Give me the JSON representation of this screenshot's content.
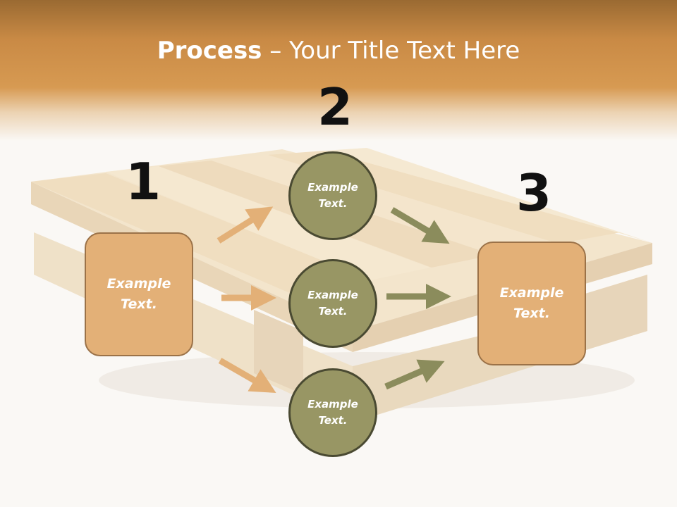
{
  "slide": {
    "title_bold": "Process",
    "title_rest": " – Your Title Text Here",
    "colors": {
      "header_top": "#9a6a32",
      "header_mid": "#d79a52",
      "box_fill": "#e3b077",
      "box_border": "#9b7248",
      "circle_fill": "#989664",
      "circle_border": "#4a4a32",
      "arrow_orange": "#e3b077",
      "arrow_green": "#8b8c5c"
    }
  },
  "steps": {
    "num1": "1",
    "num2": "2",
    "num3": "3"
  },
  "left_box": {
    "text": "Example Text."
  },
  "right_box": {
    "text": "Example Text."
  },
  "circles": [
    {
      "text": "Example Text."
    },
    {
      "text": "Example Text."
    },
    {
      "text": "Example Text."
    }
  ],
  "icons": {
    "background": "wooden-pallet-image",
    "arrow": "arrow-right-icon"
  }
}
